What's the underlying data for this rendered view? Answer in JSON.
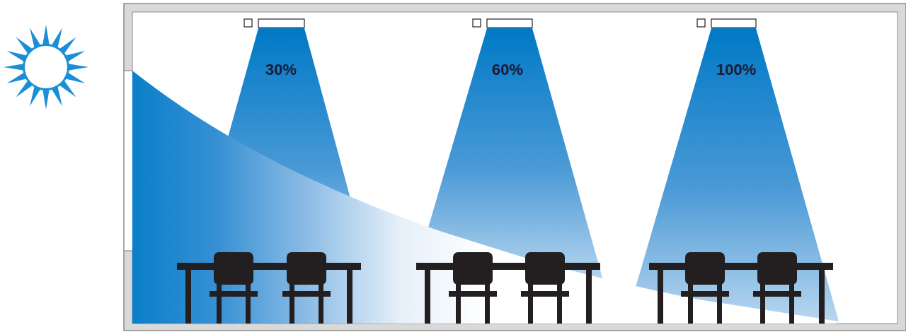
{
  "diagram": {
    "labels": [
      "30%",
      "60%",
      "100%"
    ]
  }
}
